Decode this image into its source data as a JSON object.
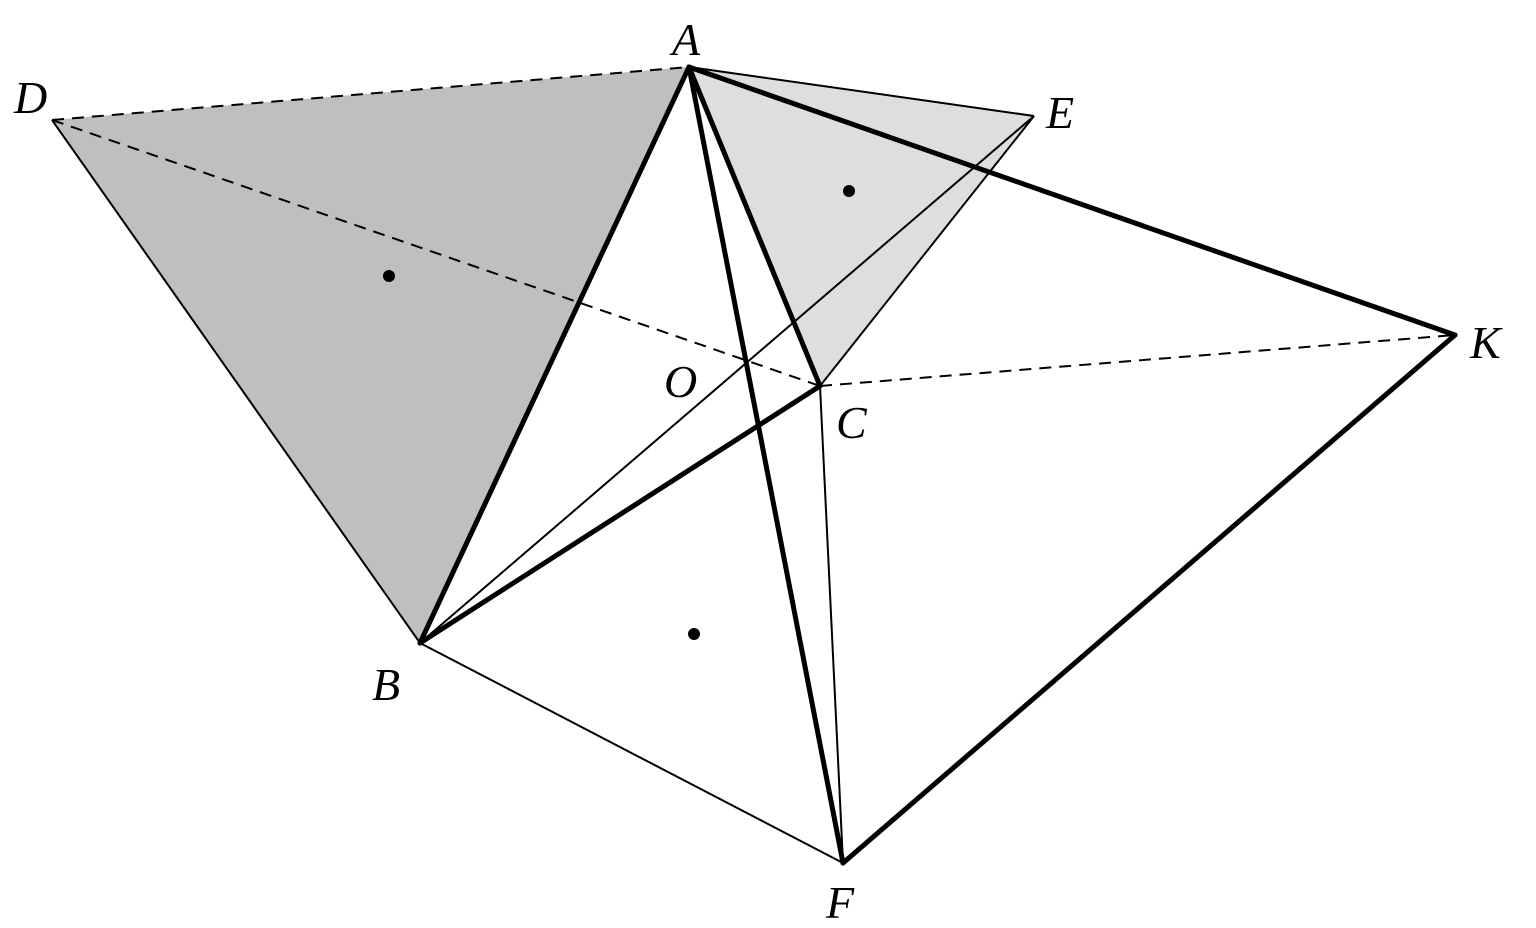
{
  "figure": {
    "points": {
      "A": "A",
      "B": "B",
      "C": "C",
      "D": "D",
      "E": "E",
      "F": "F",
      "K": "K",
      "O": "O"
    },
    "colors": {
      "face_dark": "#bfbfbf",
      "face_light": "#dedede",
      "line": "#000000",
      "background": "#ffffff"
    }
  }
}
